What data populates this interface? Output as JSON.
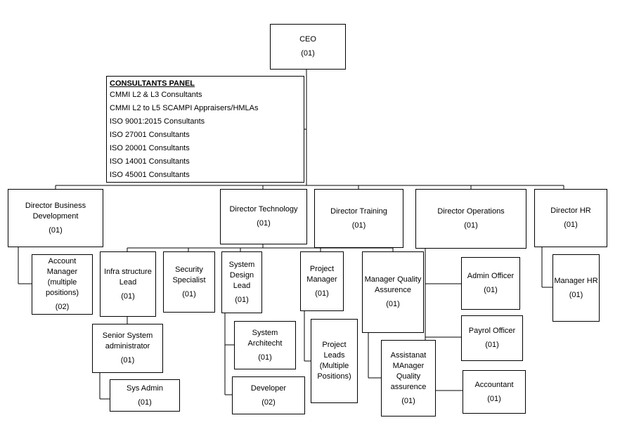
{
  "consultants_panel": {
    "title": "CONSULTANTS PANEL",
    "items": [
      "CMMI L2 & L3 Consultants",
      "CMMI L2 to L5 SCAMPI Appraisers/HMLAs",
      "ISO 9001:2015 Consultants",
      "ISO 27001 Consultants",
      "ISO 20001 Consultants",
      "ISO 14001 Consultants",
      "ISO 45001 Consultants"
    ]
  },
  "nodes": {
    "ceo": {
      "role": "CEO",
      "count": "(01)"
    },
    "dir_bd": {
      "role": "Director Business\nDevelopment",
      "count": "(01)"
    },
    "dir_tech": {
      "role": "Director Technology",
      "count": "(01)"
    },
    "dir_training": {
      "role": "Director Training",
      "count": "(01)"
    },
    "dir_ops": {
      "role": "Director Operations",
      "count": "(01)"
    },
    "dir_hr": {
      "role": "Director HR",
      "count": "(01)"
    },
    "account_manager": {
      "role": "Account\nManager\n(multiple\npositions)",
      "count": "(02)"
    },
    "infra_lead": {
      "role": "Infra structure\nLead",
      "count": "(01)"
    },
    "security_specialist": {
      "role": "Security\nSpecialist",
      "count": "(01)"
    },
    "system_design_lead": {
      "role": "System\nDesign\nLead",
      "count": "(01)"
    },
    "project_manager": {
      "role": "Project\nManager",
      "count": "(01)"
    },
    "manager_qa": {
      "role": "Manager Quality\nAssurence",
      "count": "(01)"
    },
    "senior_sysadmin": {
      "role": "Senior System\nadministrator",
      "count": "(01)"
    },
    "sys_admin": {
      "role": "Sys Admin",
      "count": "(01)"
    },
    "system_architect": {
      "role": "System\nArchitecht",
      "count": "(01)"
    },
    "developer": {
      "role": "Developer",
      "count": "(02)"
    },
    "project_leads": {
      "role": "Project\nLeads\n(Multiple\nPositions)",
      "count": ""
    },
    "assistant_manager_qa": {
      "role": "Assistanat\nMAnager\nQuality\nassurence",
      "count": "(01)"
    },
    "admin_officer": {
      "role": "Admin Officer",
      "count": "(01)"
    },
    "payroll_officer": {
      "role": "Payrol Officer",
      "count": "(01)"
    },
    "accountant": {
      "role": "Accountant",
      "count": "(01)"
    },
    "manager_hr": {
      "role": "Manager HR",
      "count": "(01)"
    }
  }
}
